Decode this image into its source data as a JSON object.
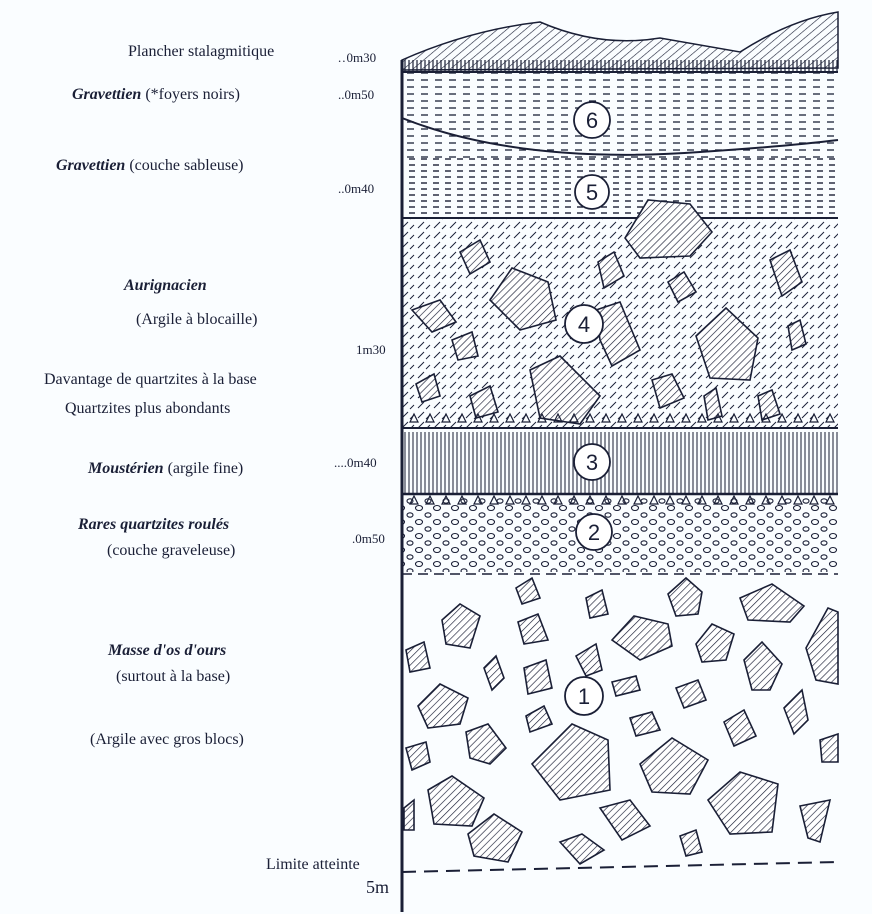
{
  "labels": {
    "plancher": "Plancher stalagmitique",
    "gravettien1_bold": "Gravettien",
    "gravettien1_rest": " (*foyers noirs)",
    "gravettien2_bold": "Gravettien",
    "gravettien2_rest": " (couche sableuse)",
    "aurignacien": "Aurignacien",
    "argile_blocaille": "(Argile à blocaille)",
    "davantage": "Davantage de quartzites à la base",
    "quartzites_abondants": "Quartzites plus abondants",
    "mousterien_bold": "Moustérien",
    "mousterien_rest": " (argile fine)",
    "rares_quartzites": "Rares quartzites roulés",
    "couche_graveleuse": "(couche graveleuse)",
    "masse_os": "Masse d'os d'ours",
    "surtout_base": "(surtout à la base)",
    "argile_gros_blocs": "(Argile avec gros blocs)",
    "limite": "Limite atteinte"
  },
  "depths": {
    "d1": "0m30",
    "d2": "0m50",
    "d3": "0m40",
    "d4": "1m30",
    "d5": "0m40",
    "d6": "0m50",
    "total": "5m"
  },
  "layer_numbers": {
    "l6": "6",
    "l5": "5",
    "l4": "4",
    "l3": "3",
    "l2": "2",
    "l1": "1"
  }
}
